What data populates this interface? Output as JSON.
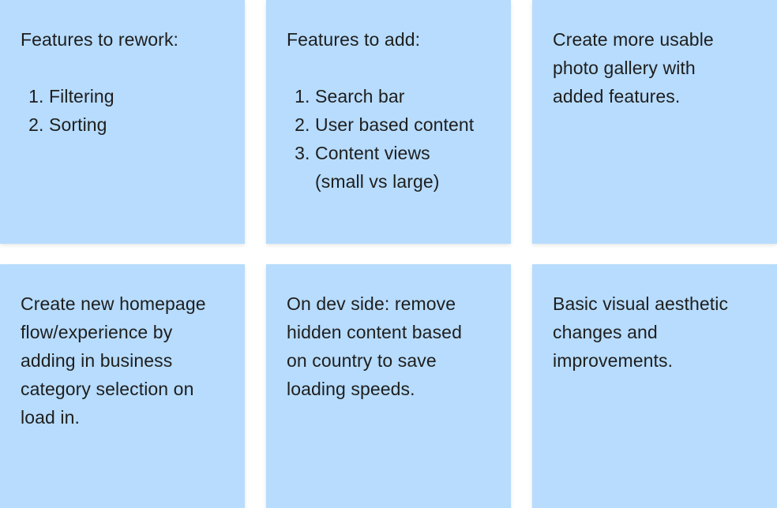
{
  "notes": [
    {
      "heading": "Features to rework:",
      "items": [
        "Filtering",
        "Sorting"
      ]
    },
    {
      "heading": "Features to add:",
      "items": [
        "Search bar",
        "User based content",
        "Content views (small vs large)"
      ]
    },
    {
      "text": "Create more usable photo gallery with added features."
    },
    {
      "text": "Create new homepage flow/experience by adding in business category selection on load in."
    },
    {
      "text": "On dev side: remove hidden content based on country to save loading speeds."
    },
    {
      "text": "Basic visual aesthetic changes and improvements."
    }
  ],
  "colors": {
    "note_background": "#b7dcfd",
    "text": "#1e1e1e",
    "canvas": "#ffffff"
  }
}
